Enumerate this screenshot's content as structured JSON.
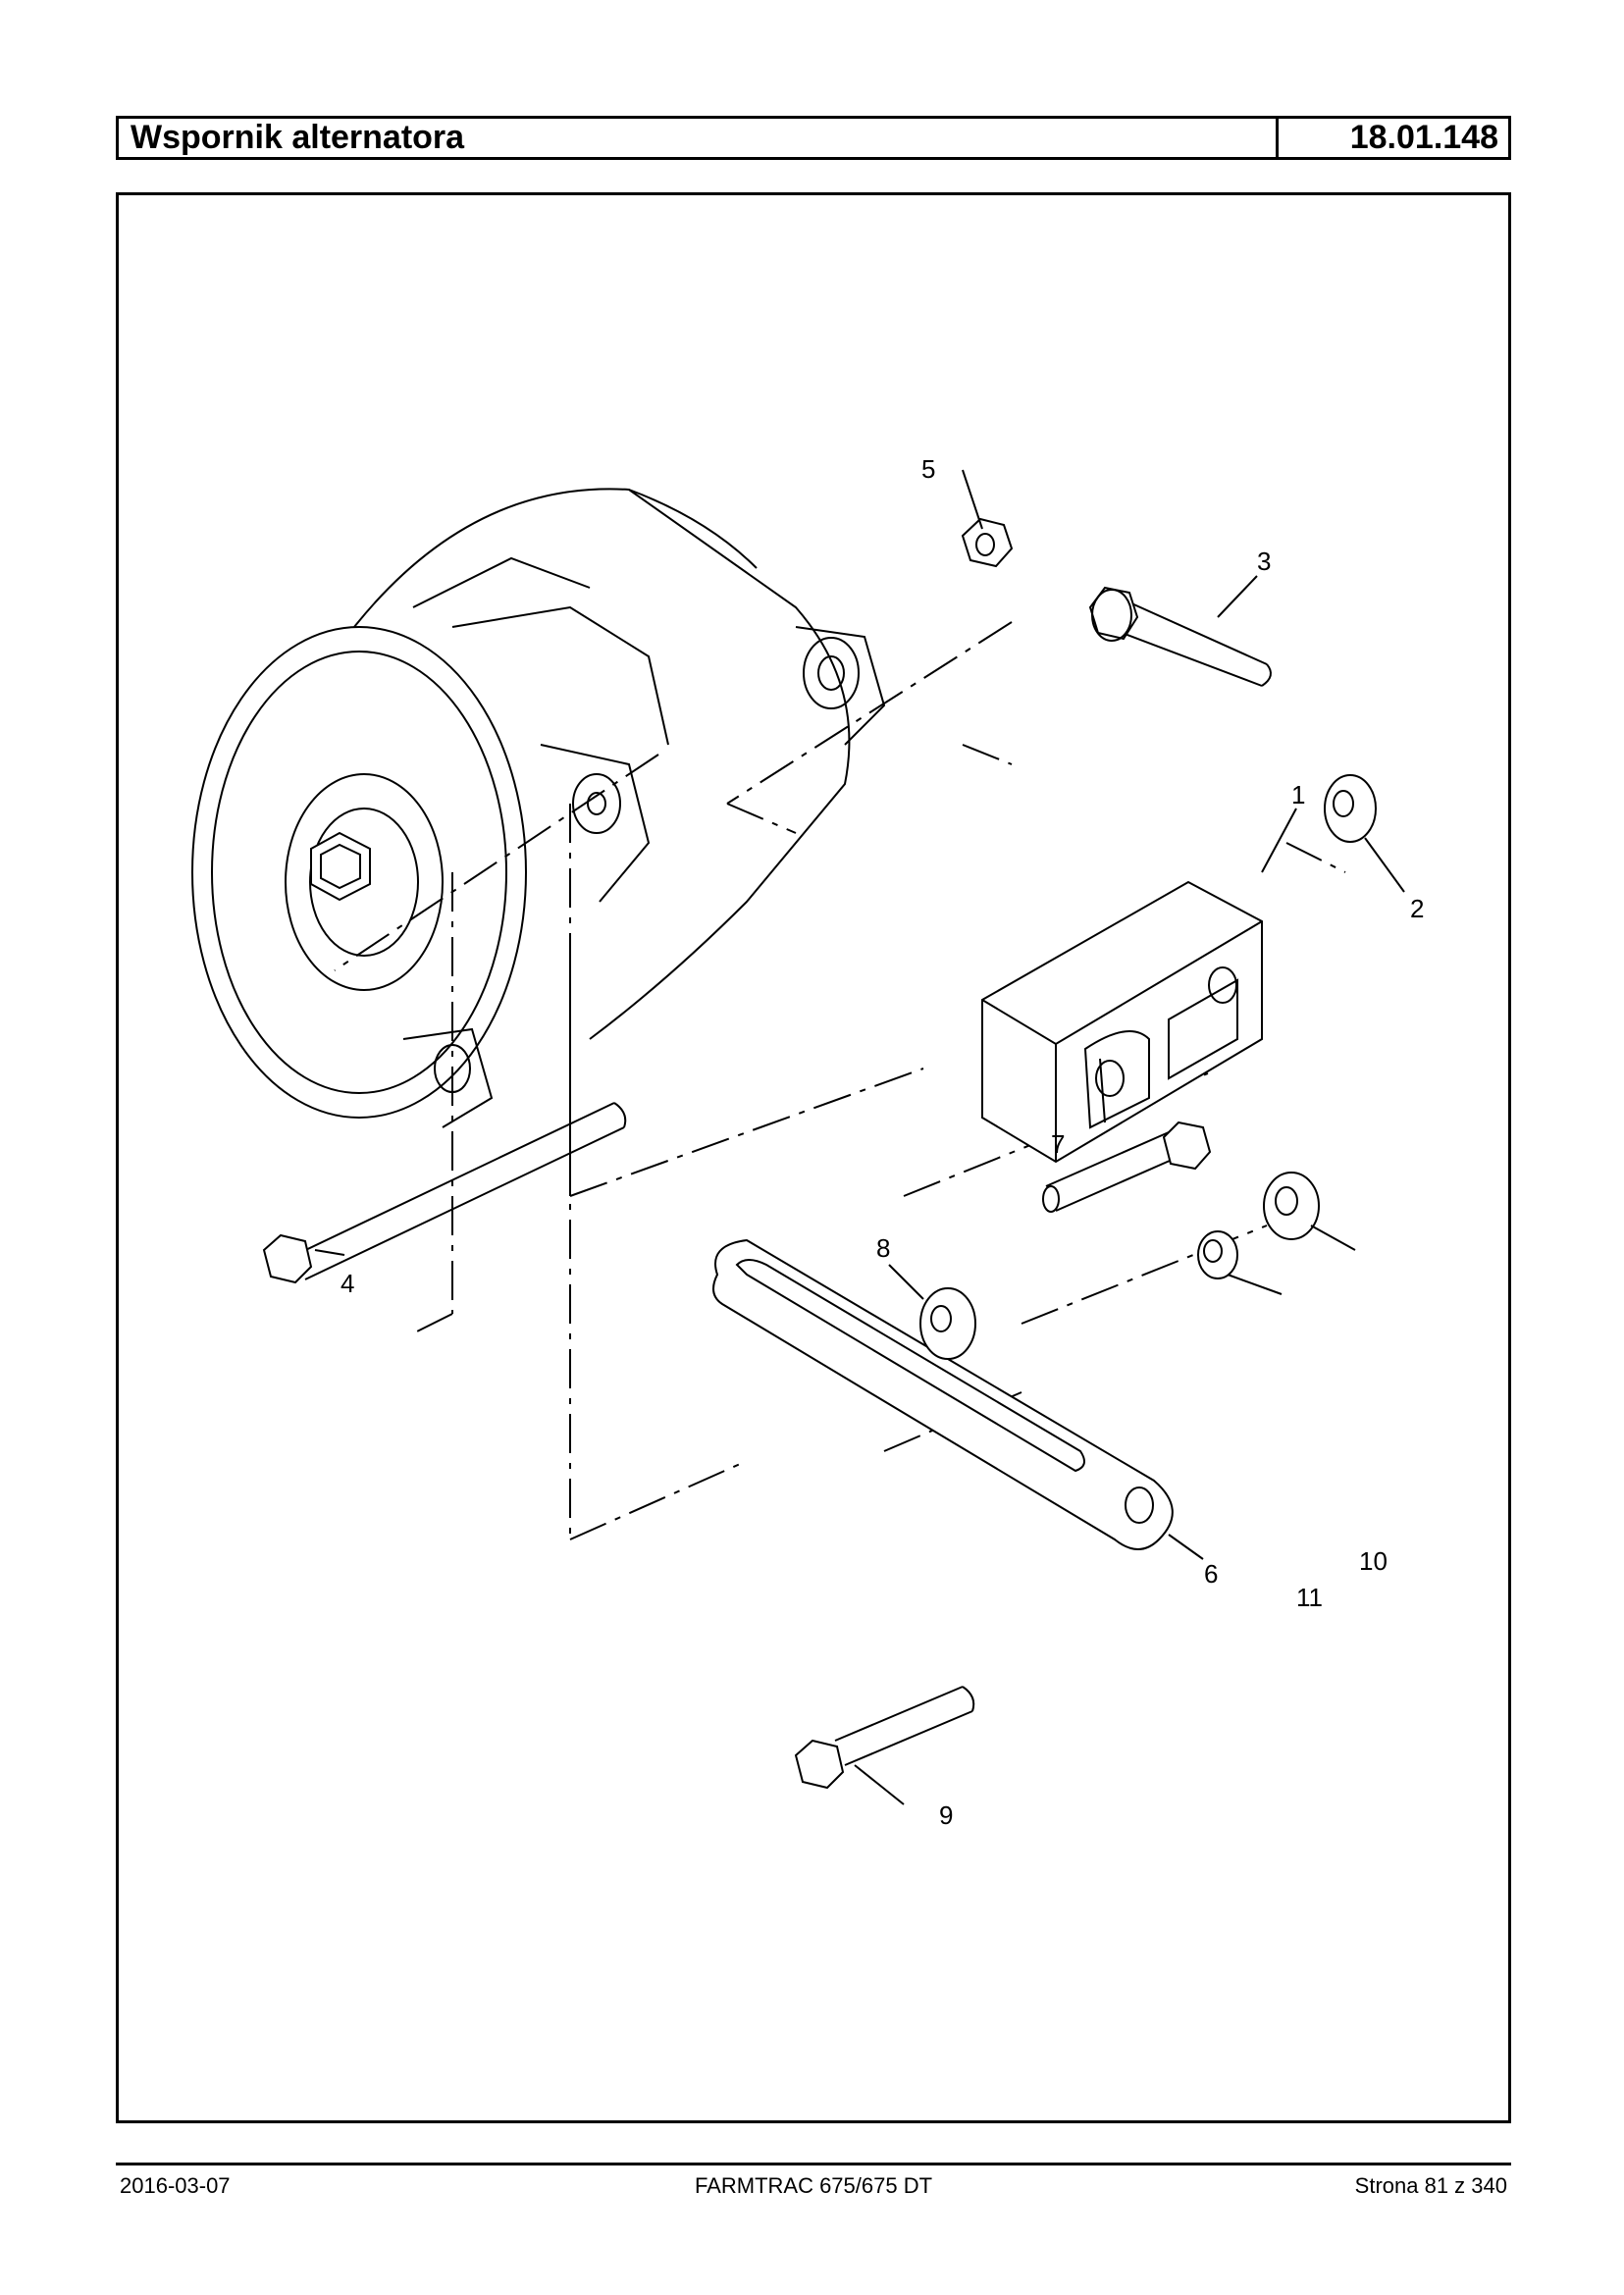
{
  "header": {
    "title": "Wspornik alternatora",
    "code": "18.01.148"
  },
  "diagram": {
    "callouts": [
      "1",
      "2",
      "3",
      "4",
      "5",
      "6",
      "7",
      "8",
      "9",
      "10",
      "11"
    ]
  },
  "footer": {
    "date": "2016-03-07",
    "model": "FARMTRAC 675/675 DT",
    "page": "Strona 81 z 340"
  }
}
